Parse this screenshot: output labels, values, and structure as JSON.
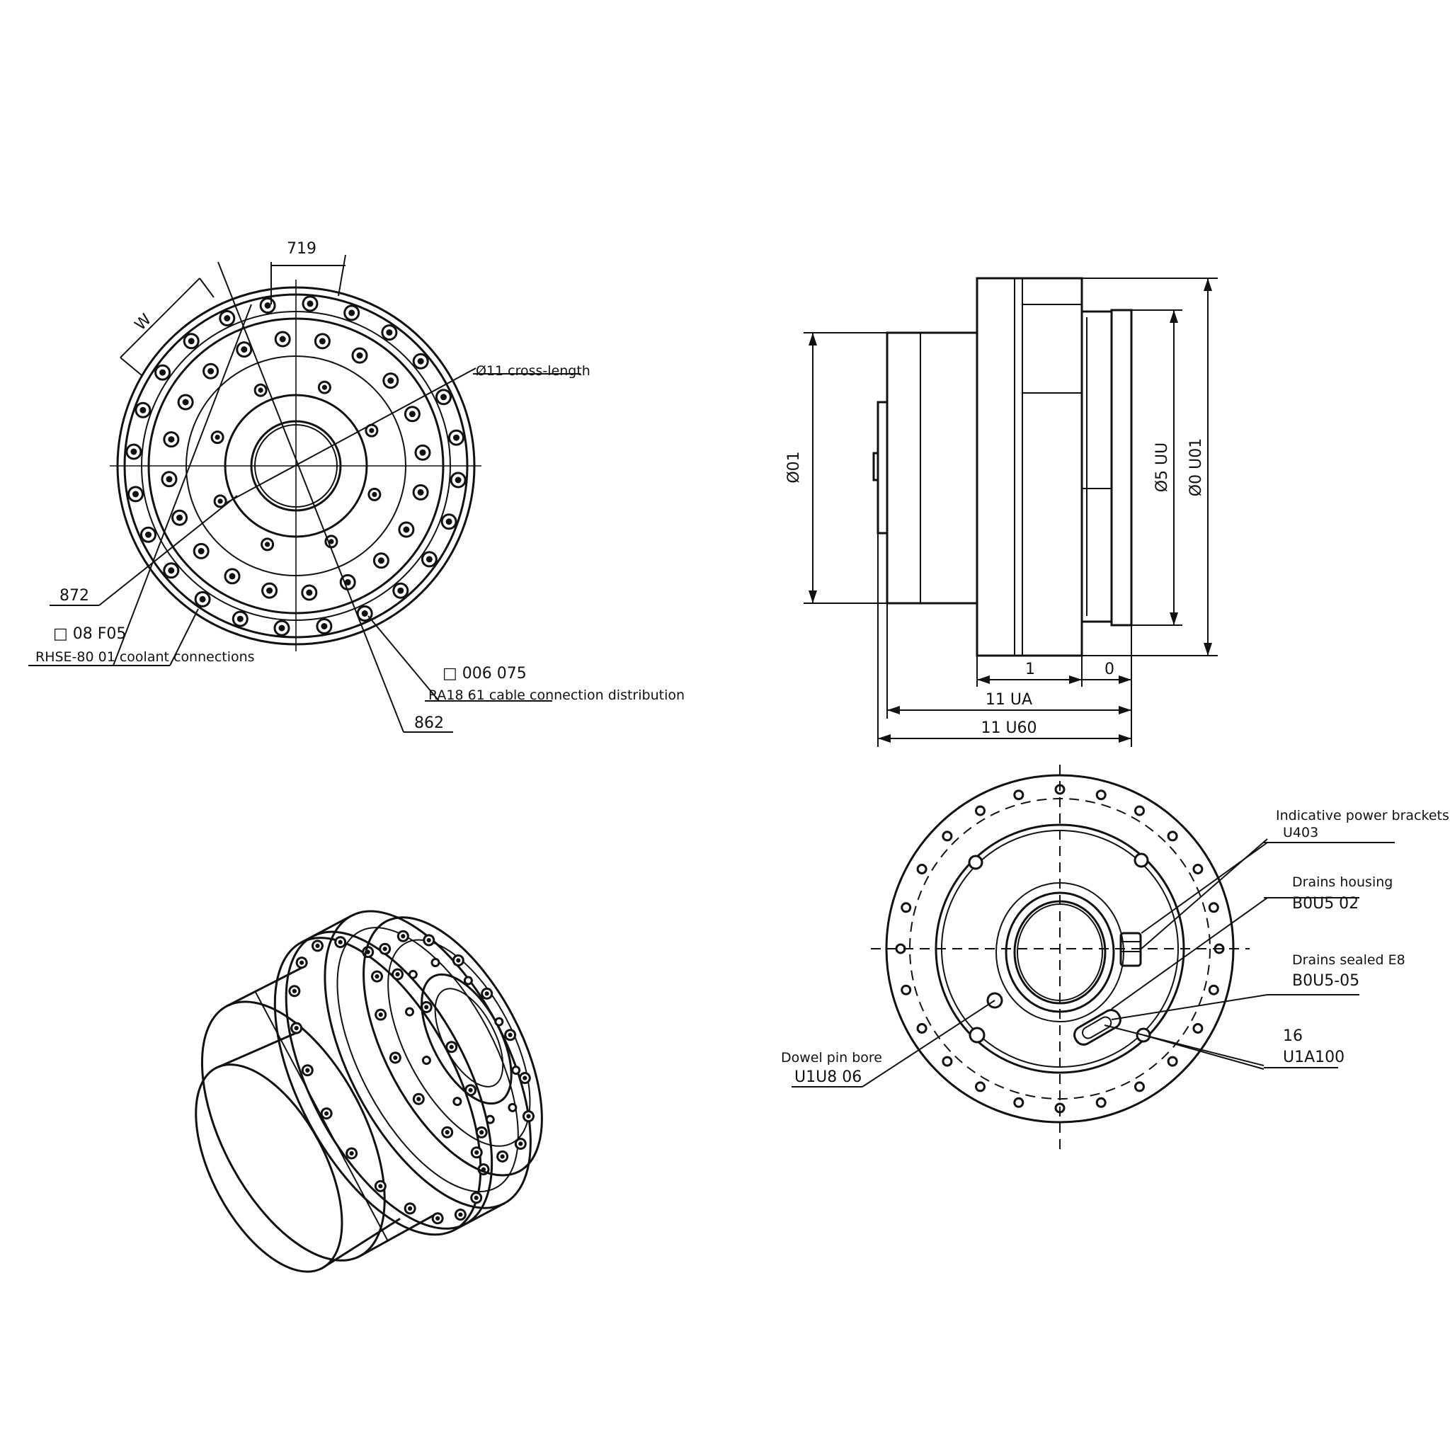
{
  "front_view": {
    "dim_top": "719",
    "dim_diag": "W",
    "label_hole": "Ø11 cross-length",
    "label_bore": "872",
    "label_tol1": "□ 08 F05",
    "label_spec1": "RHSE-80 01  coolant connections",
    "label_tol2": "□ 006 075",
    "label_spec2": "RA18 61 cable connection distribution",
    "label_bottom": "862"
  },
  "side_view": {
    "dim_left": "Ø01",
    "dim_right_inner": "Ø5 UU",
    "dim_right_outer": "Ø0 U01",
    "dim_bottom_a": "1",
    "dim_bottom_b": "0",
    "dim_total1": "11 UA",
    "dim_total2": "11 U60"
  },
  "rear_view": {
    "callout1_title": "Indicative power brackets",
    "callout1_code": "U403",
    "callout2_title": "Drains housing",
    "callout2_code": "B0U5 02",
    "callout3_title": "Drains sealed E8",
    "callout3_code": "B0U5-05",
    "callout4_title": "16",
    "callout4_code": "U1A100",
    "callout5_title": "Dowel pin bore",
    "callout5_code": "U1U8 06"
  }
}
